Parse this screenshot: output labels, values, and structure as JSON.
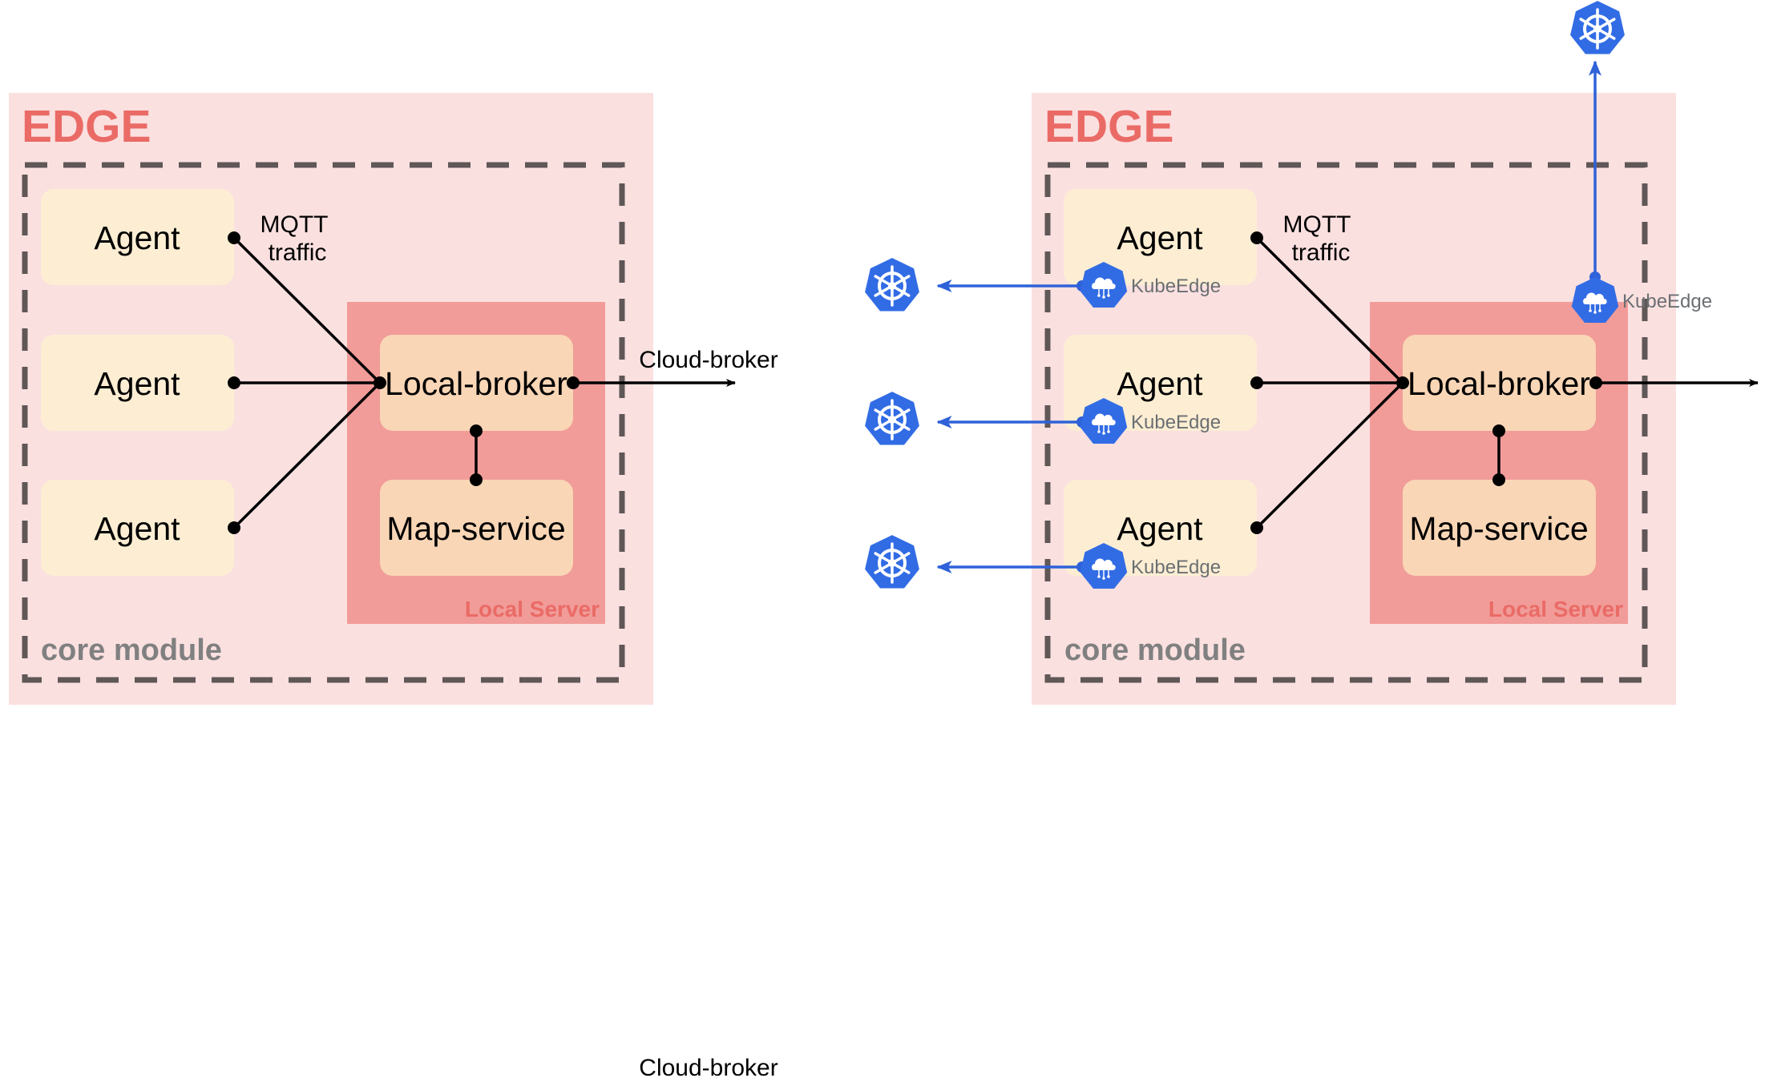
{
  "colors": {
    "edge_bg": "#fbe0e0",
    "edge_title": "#ea6b66",
    "server_bg": "#f19c99",
    "agent_bg": "#fdeed3",
    "broker_bg": "#f9d6b6",
    "dashed_border": "#605757",
    "core_label": "#808080",
    "kube_blue": "#326ce5",
    "arrow_blue": "#2f62d9",
    "kube_label": "#6b6f73"
  },
  "left_panel": {
    "edge_title": "EDGE",
    "core_module_label": "core module",
    "local_server_label": "Local Server",
    "agents": [
      "Agent",
      "Agent",
      "Agent"
    ],
    "broker_label": "Local-broker",
    "map_service_label": "Map-service",
    "mqtt_label_line1": "MQTT",
    "mqtt_label_line2": "traffic",
    "cloud_broker_label": "Cloud-broker"
  },
  "right_panel": {
    "edge_title": "EDGE",
    "core_module_label": "core module",
    "local_server_label": "Local Server",
    "agents": [
      "Agent",
      "Agent",
      "Agent"
    ],
    "broker_label": "Local-broker",
    "map_service_label": "Map-service",
    "mqtt_label_line1": "MQTT",
    "mqtt_label_line2": "traffic",
    "kubeedge_labels": [
      "KubeEdge",
      "KubeEdge",
      "KubeEdge",
      "KubeEdge"
    ],
    "icons": [
      "kubernetes-icon",
      "kubeedge-icon"
    ]
  },
  "bottom_label": "Cloud-broker"
}
